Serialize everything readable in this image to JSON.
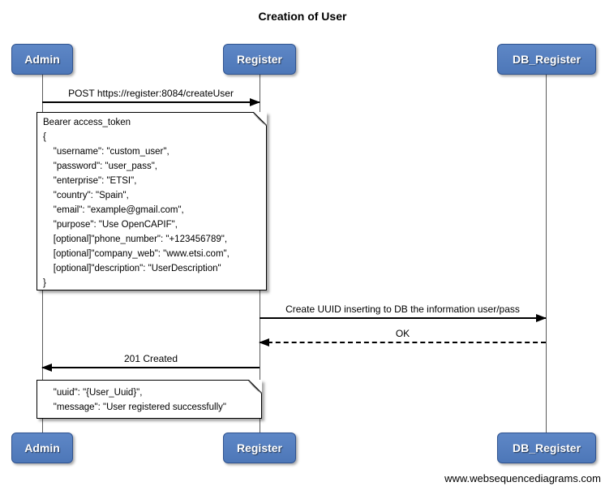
{
  "title": "Creation of User",
  "footer": "www.websequencediagrams.com",
  "colors": {
    "actor_fill": "#4d77b8",
    "actor_fill_light": "#5e87c6",
    "actor_border": "#2e528f",
    "message_line": "#000000",
    "lifeline": "#5a5a5a",
    "note_bg": "#ffffff",
    "note_border": "#000000",
    "background": "#ffffff",
    "text": "#000000"
  },
  "actors": [
    {
      "name": "Admin"
    },
    {
      "name": "Register"
    },
    {
      "name": "DB_Register"
    }
  ],
  "messages": [
    {
      "label": "POST https://register:8084/createUser",
      "from": "Admin",
      "to": "Register",
      "line": "solid"
    },
    {
      "label": "Create UUID inserting to DB the information user/pass",
      "from": "Register",
      "to": "DB_Register",
      "line": "solid"
    },
    {
      "label": "OK",
      "from": "DB_Register",
      "to": "Register",
      "line": "dashed"
    },
    {
      "label": "201 Created",
      "from": "Register",
      "to": "Admin",
      "line": "solid"
    }
  ],
  "notes": [
    {
      "lines": [
        "Bearer access_token",
        "{",
        "    \"username\": \"custom_user\",",
        "    \"password\": \"user_pass\",",
        "    \"enterprise\": \"ETSI\",",
        "    \"country\": \"Spain\",",
        "    \"email\": \"example@gmail.com\",",
        "    \"purpose\": \"Use OpenCAPIF\",",
        "    [optional]\"phone_number\": \"+123456789\",",
        "    [optional]\"company_web\": \"www.etsi.com\",",
        "    [optional]\"description\": \"UserDescription\"",
        "}"
      ]
    },
    {
      "lines": [
        "    \"uuid\": \"{User_Uuid}\",",
        "    \"message\": \"User registered successfully\""
      ]
    }
  ]
}
